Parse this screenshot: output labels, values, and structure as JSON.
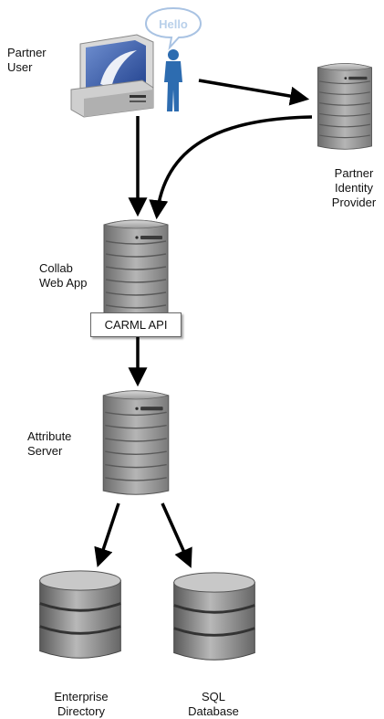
{
  "nodes": {
    "partner_user": {
      "label": "Partner\nUser",
      "bubble": "Hello"
    },
    "partner_idp": {
      "label": "Partner\nIdentity\nProvider"
    },
    "collab_web_app": {
      "label": "Collab\nWeb App"
    },
    "carml_api": {
      "label": "CARML API"
    },
    "attribute_server": {
      "label": "Attribute\nServer"
    },
    "enterprise_directory": {
      "label": "Enterprise\nDirectory"
    },
    "sql_database": {
      "label": "SQL\nDatabase"
    }
  },
  "icons": {
    "workstation": "desktop-computer-icon",
    "person": "user-silhouette-icon",
    "server": "server-tower-icon",
    "database": "database-cylinder-icon",
    "bubble": "speech-bubble-icon"
  },
  "colors": {
    "screen_blue": "#2b4f9e",
    "person_blue": "#2d6cb0",
    "server_gray": "#8a8a8a",
    "bubble_text": "#b9d0ea",
    "arrow": "#000000"
  }
}
